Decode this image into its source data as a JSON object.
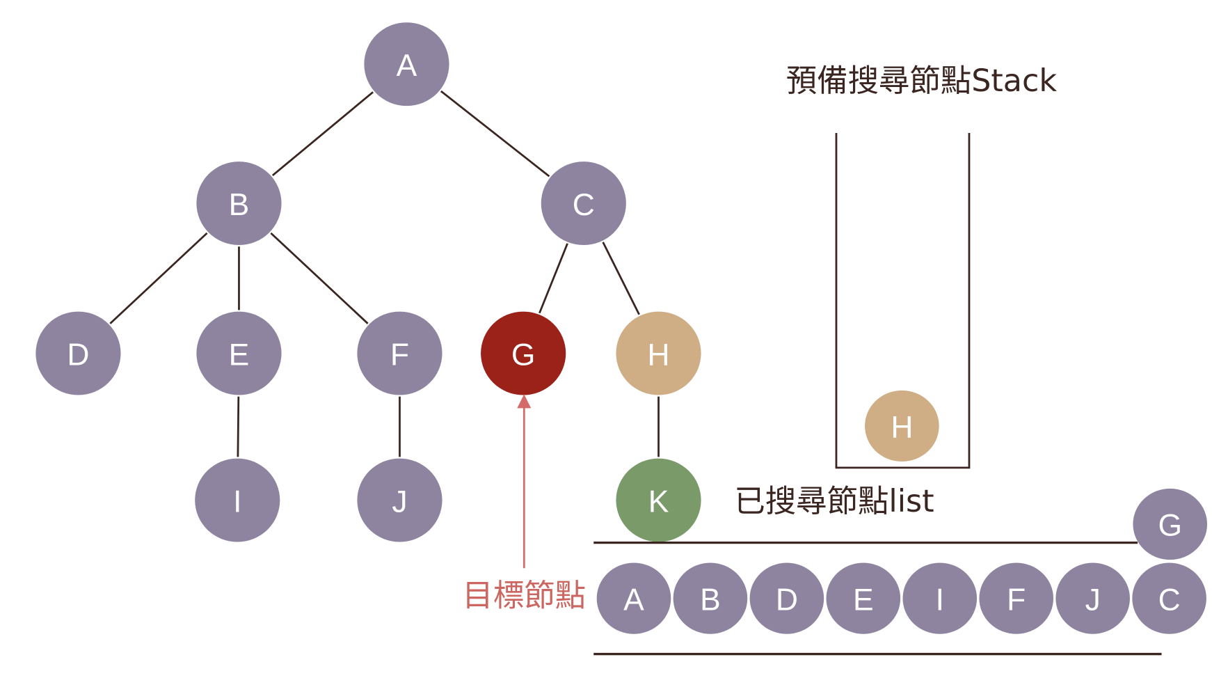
{
  "colors": {
    "visited": "#8f84a0",
    "target": "#9a2218",
    "stack": "#cfae86",
    "unvisited": "#7a9a6a",
    "line": "#3a2520",
    "annotation": "#cc6660"
  },
  "tree": {
    "nodes": [
      {
        "id": "A",
        "label": "A",
        "state": "visited"
      },
      {
        "id": "B",
        "label": "B",
        "state": "visited"
      },
      {
        "id": "C",
        "label": "C",
        "state": "visited"
      },
      {
        "id": "D",
        "label": "D",
        "state": "visited"
      },
      {
        "id": "E",
        "label": "E",
        "state": "visited"
      },
      {
        "id": "F",
        "label": "F",
        "state": "visited"
      },
      {
        "id": "G",
        "label": "G",
        "state": "target"
      },
      {
        "id": "H",
        "label": "H",
        "state": "stack"
      },
      {
        "id": "I",
        "label": "I",
        "state": "visited"
      },
      {
        "id": "J",
        "label": "J",
        "state": "visited"
      },
      {
        "id": "K",
        "label": "K",
        "state": "unvisited"
      }
    ],
    "edges": [
      [
        "A",
        "B"
      ],
      [
        "A",
        "C"
      ],
      [
        "B",
        "D"
      ],
      [
        "B",
        "E"
      ],
      [
        "B",
        "F"
      ],
      [
        "C",
        "G"
      ],
      [
        "C",
        "H"
      ],
      [
        "E",
        "I"
      ],
      [
        "F",
        "J"
      ],
      [
        "H",
        "K"
      ]
    ]
  },
  "stack": {
    "title": "預備搜尋節點Stack",
    "items": [
      "H"
    ]
  },
  "visited_list": {
    "title": "已搜尋節點list",
    "items": [
      "A",
      "B",
      "D",
      "E",
      "I",
      "F",
      "J",
      "C"
    ],
    "incoming": "G"
  },
  "target_label": "目標節點"
}
